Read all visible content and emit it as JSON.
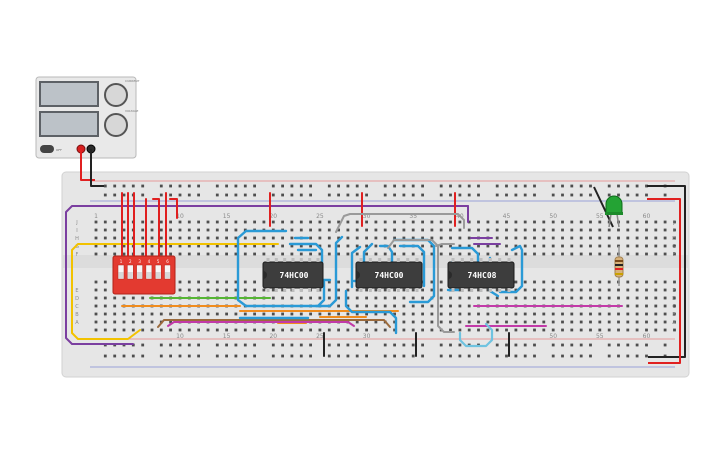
{
  "power_supply": {
    "small_label_1": "CURRENT",
    "small_label_2": "VOLTAGE",
    "switch_label": "OFF"
  },
  "breadboard": {
    "column_numbers_top": [
      "1",
      "10",
      "15",
      "20",
      "25",
      "30",
      "35",
      "40",
      "45",
      "50",
      "55",
      "60"
    ],
    "column_numbers_bottom": [
      "10",
      "15",
      "20",
      "25",
      "30",
      "50",
      "55",
      "60"
    ],
    "row_letters_top": [
      "J",
      "I",
      "H",
      "G",
      "F"
    ],
    "row_letters_bottom": [
      "E",
      "D",
      "C",
      "B",
      "A"
    ]
  },
  "chips": [
    {
      "id": "chip-1",
      "label": "74HC00"
    },
    {
      "id": "chip-2",
      "label": "74HC00"
    },
    {
      "id": "chip-3",
      "label": "74HC08"
    }
  ],
  "dip_switch": {
    "positions": [
      "1",
      "2",
      "3",
      "4",
      "5",
      "6"
    ]
  },
  "colors": {
    "red": "#e02020",
    "black": "#222222",
    "purple": "#7b3fa0",
    "yellow": "#f2c200",
    "blue": "#2a9ad6",
    "light_blue": "#6fc3e0",
    "gray": "#9a9a9a",
    "green": "#55b533",
    "orange": "#f08c1e",
    "magenta": "#c23aa8",
    "brown": "#9b6a3c",
    "breadboard": "#e5e5e5"
  }
}
